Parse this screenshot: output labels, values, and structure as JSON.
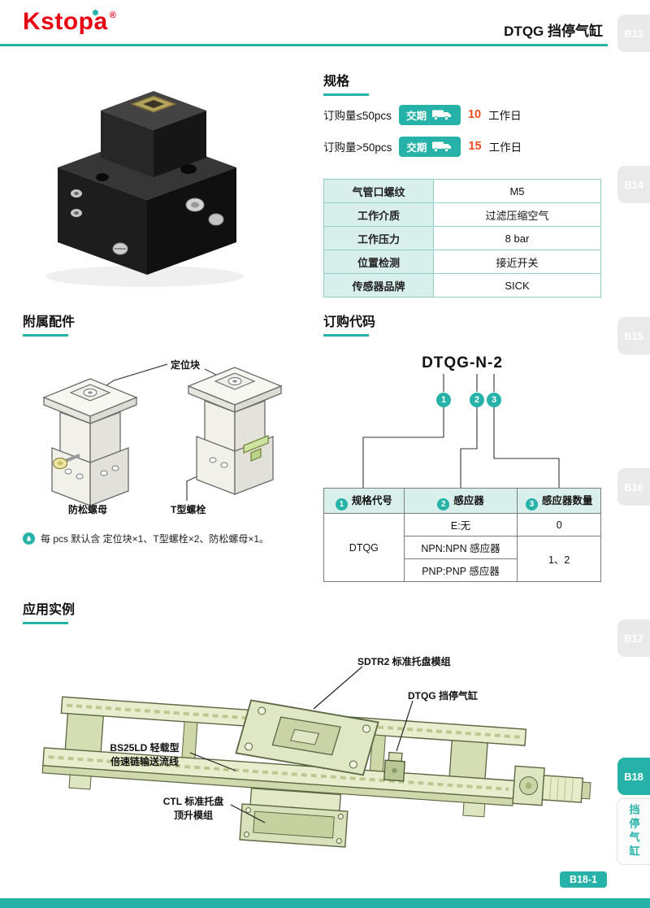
{
  "brand": {
    "name": "Kstopa",
    "reg": "®"
  },
  "header": {
    "title": "DTQG 挡停气缸"
  },
  "side_tabs": {
    "items": [
      "B13",
      "B14",
      "B15",
      "B16",
      "B17",
      "B18"
    ],
    "active": "B18",
    "active_sub": "挡停气缸"
  },
  "specs": {
    "heading": "规格",
    "lead_times": [
      {
        "qty": "订购量≤50pcs",
        "badge": "交期",
        "days": "10",
        "unit": "工作日"
      },
      {
        "qty": "订购量>50pcs",
        "badge": "交期",
        "days": "15",
        "unit": "工作日"
      }
    ],
    "table": [
      {
        "label": "气管口螺纹",
        "value": "M5"
      },
      {
        "label": "工作介质",
        "value": "过滤压缩空气"
      },
      {
        "label": "工作压力",
        "value": "8 bar"
      },
      {
        "label": "位置检测",
        "value": "接近开关"
      },
      {
        "label": "传感器品牌",
        "value": "SICK"
      }
    ]
  },
  "accessories": {
    "heading": "附属配件",
    "parts": {
      "positioning_block": "定位块",
      "lock_nut": "防松螺母",
      "t_bolt": "T型螺栓"
    },
    "note": "每 pcs 默认含 定位块×1、T型螺栓×2、防松螺母×1。"
  },
  "ordering": {
    "heading": "订购代码",
    "code": "DTQG-N-2",
    "markers": [
      "1",
      "2",
      "3"
    ],
    "table": {
      "headers": [
        "规格代号",
        "感应器",
        "感应器数量"
      ],
      "spec_code": "DTQG",
      "sensor_options": [
        "E:无",
        "NPN:NPN 感应器",
        "PNP:PNP 感应器"
      ],
      "qty_options": [
        "0",
        "1、2"
      ]
    }
  },
  "application": {
    "heading": "应用实例",
    "labels": [
      "SDTR2 标准托盘模组",
      "DTQG 挡停气缸",
      "BS25LD 轻载型\n倍速链输送流线",
      "CTL 标准托盘\n顶升模组"
    ]
  },
  "footer": {
    "page": "B18-1"
  },
  "colors": {
    "teal": "#27B2A9",
    "light_teal": "#D9EFEB",
    "brand_red": "#E60012",
    "accent_red": "#F04B1F",
    "tab_gray": "#EAEAEA"
  }
}
